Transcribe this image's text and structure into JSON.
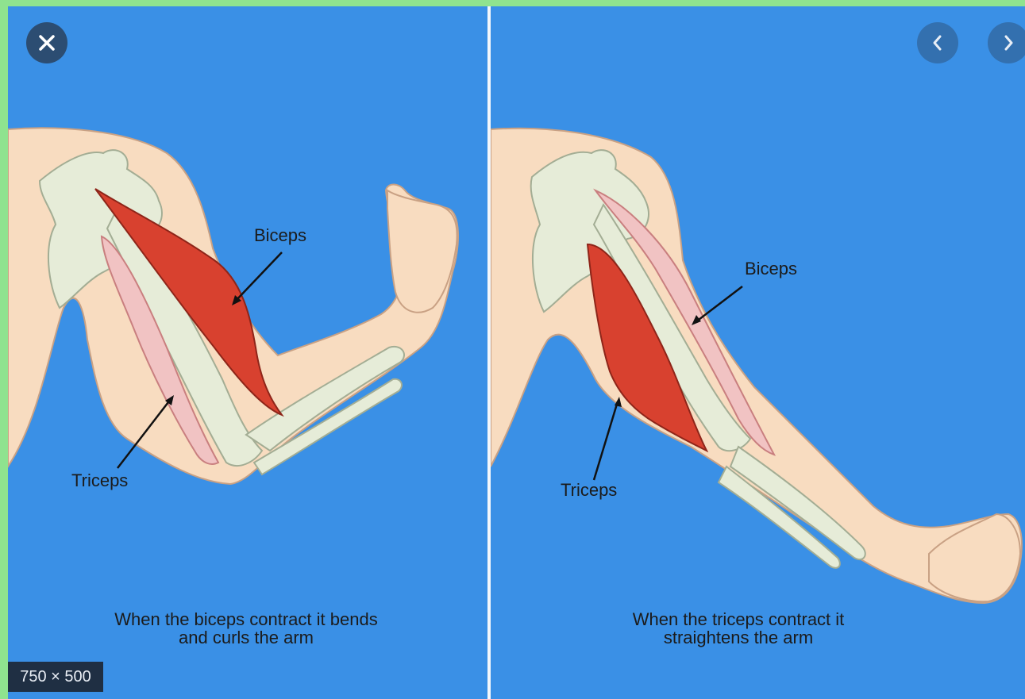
{
  "viewer": {
    "close_icon": "close-icon",
    "prev_icon": "chevron-left-icon",
    "next_icon": "chevron-right-icon",
    "size_label": "750 × 500"
  },
  "left_panel": {
    "biceps_label": "Biceps",
    "triceps_label": "Triceps",
    "caption_line1": "When the biceps contract it bends",
    "caption_line2": "and curls the arm"
  },
  "right_panel": {
    "biceps_label": "Biceps",
    "triceps_label": "Triceps",
    "caption_line1": "When the triceps contract it",
    "caption_line2": "straightens the arm"
  },
  "colors": {
    "background": "#3a90e6",
    "skin": "#f8dcc0",
    "bone": "#e6ecd8",
    "contracted_muscle": "#d8412f",
    "relaxed_muscle": "#f1c3c3",
    "frame": "#8fe38f"
  }
}
